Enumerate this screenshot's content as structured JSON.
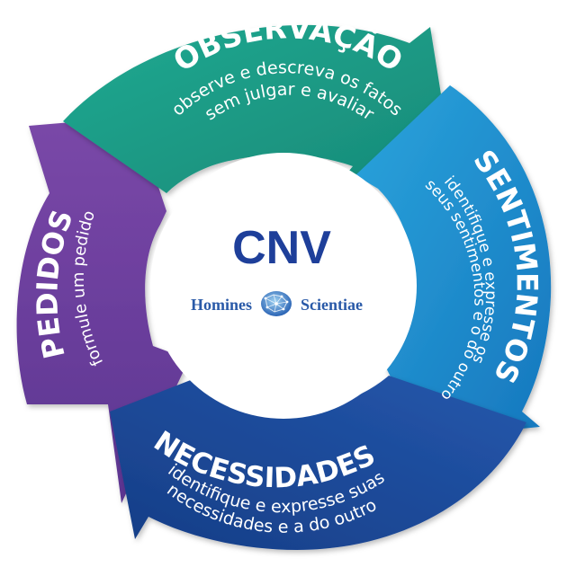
{
  "center": {
    "title": "CNV",
    "logo_left": "Homines",
    "logo_right": "Scientiae",
    "logo_icon": "brain-network-icon"
  },
  "segments": {
    "observacao": {
      "title": "OBSERVAÇÃO",
      "line1": "observe e descreva os fatos",
      "line2": "sem julgar e avaliar",
      "color": "#1f9e8a"
    },
    "sentimentos": {
      "title": "SENTIMENTOS",
      "line1": "identifique e expresse os",
      "line2": "seus sentimentos e o do outro",
      "color": "#1f8fce"
    },
    "necessidades": {
      "title": "NECESSIDADES",
      "line1": "identifique e expresse suas",
      "line2": "necessidades e a do outro",
      "color": "#1c4b9a"
    },
    "pedidos": {
      "title": "PEDIDOS",
      "line1": "formule um pedido",
      "color": "#6a3d98"
    }
  }
}
